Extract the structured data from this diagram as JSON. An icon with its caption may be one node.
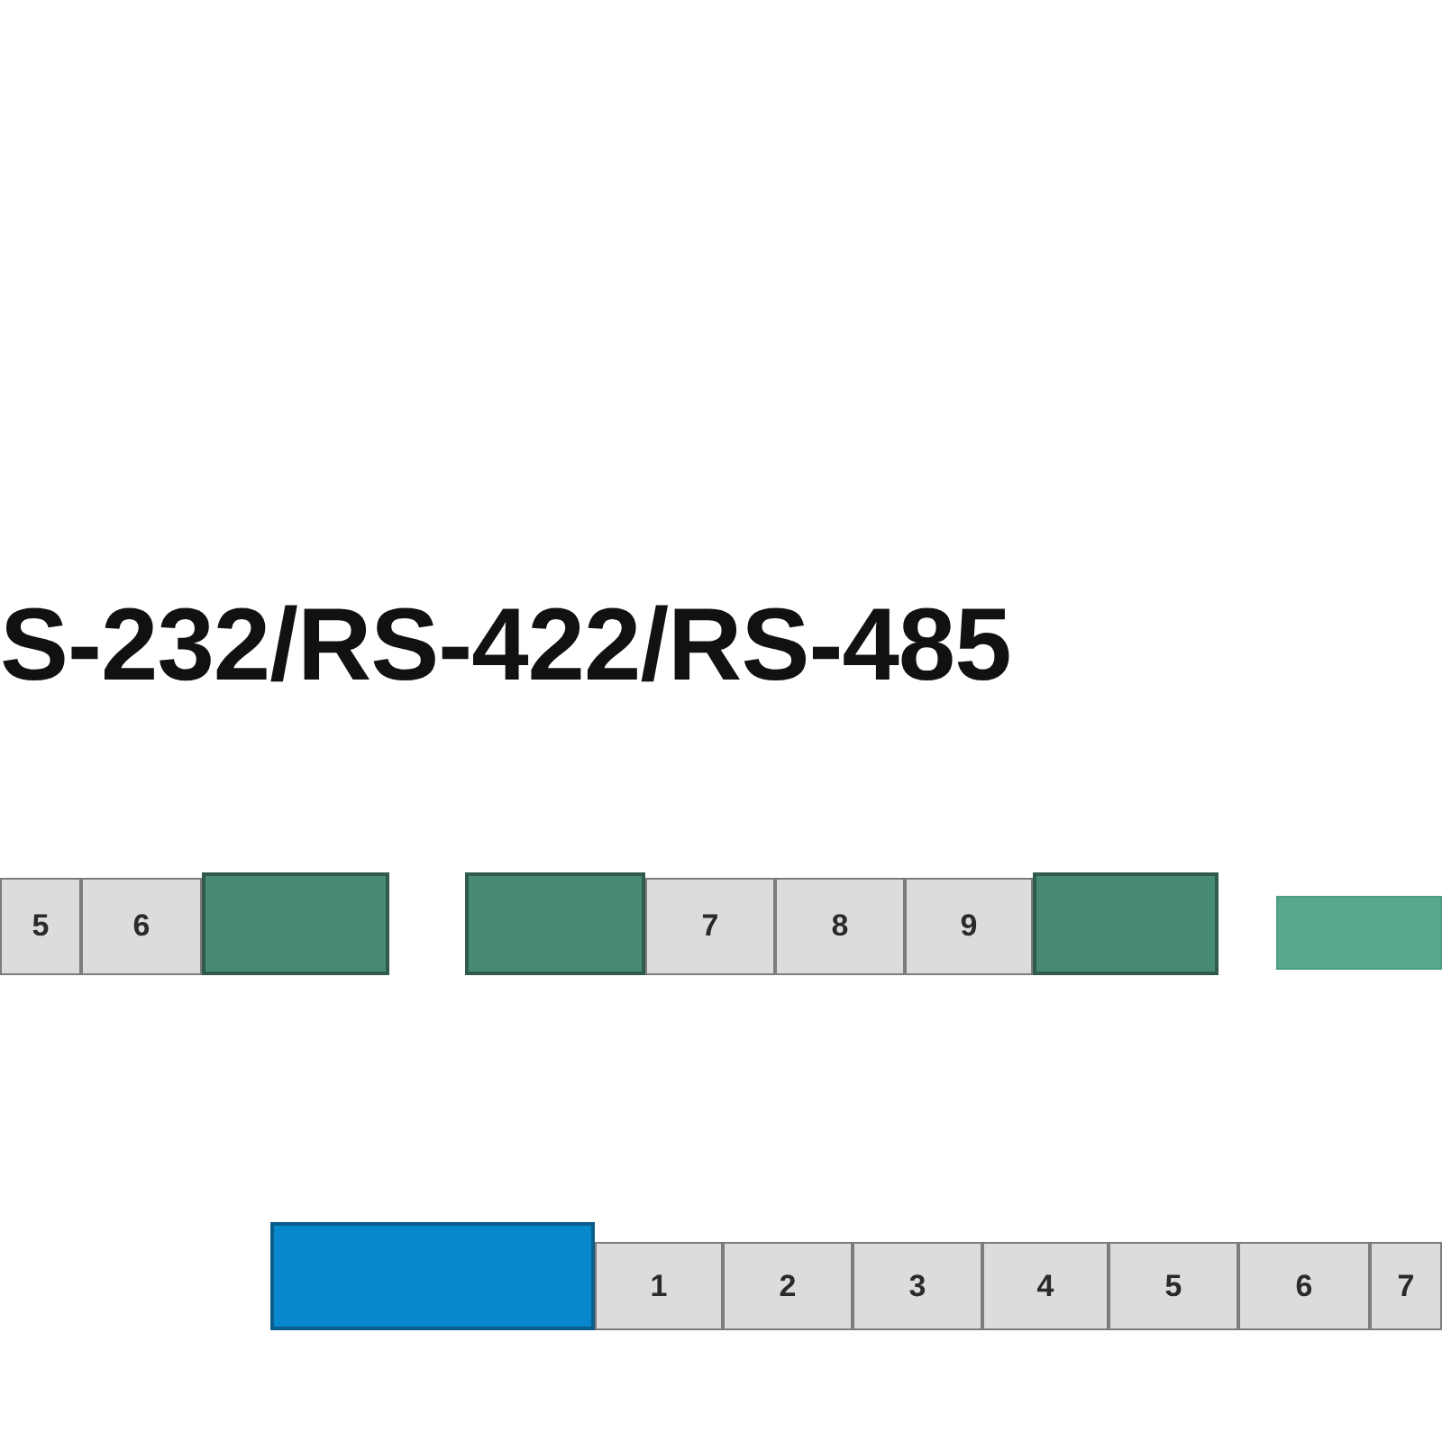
{
  "diagram": {
    "title": "S-232/RS-422/RS-485",
    "nodes": [
      {
        "text": [
          "5"
        ]
      },
      {
        "text": [
          "6"
        ]
      },
      {
        "text": [],
        "shape": "box"
      },
      {
        "text": [],
        "shape": "box"
      },
      {
        "text": [
          "7"
        ]
      },
      {
        "text": [
          "8"
        ]
      },
      {
        "text": [
          "9"
        ]
      },
      {
        "text": [],
        "shape": "box"
      },
      {
        "text": [],
        "shape": "box"
      },
      {
        "text": [],
        "shape": "box"
      },
      {
        "text": [
          "1"
        ]
      },
      {
        "text": [
          "2"
        ]
      },
      {
        "text": [
          "3"
        ]
      },
      {
        "text": [
          "4"
        ]
      },
      {
        "text": [
          "5"
        ]
      },
      {
        "text": [
          "6"
        ]
      },
      {
        "text": [
          "7"
        ]
      }
    ],
    "edges": []
  }
}
